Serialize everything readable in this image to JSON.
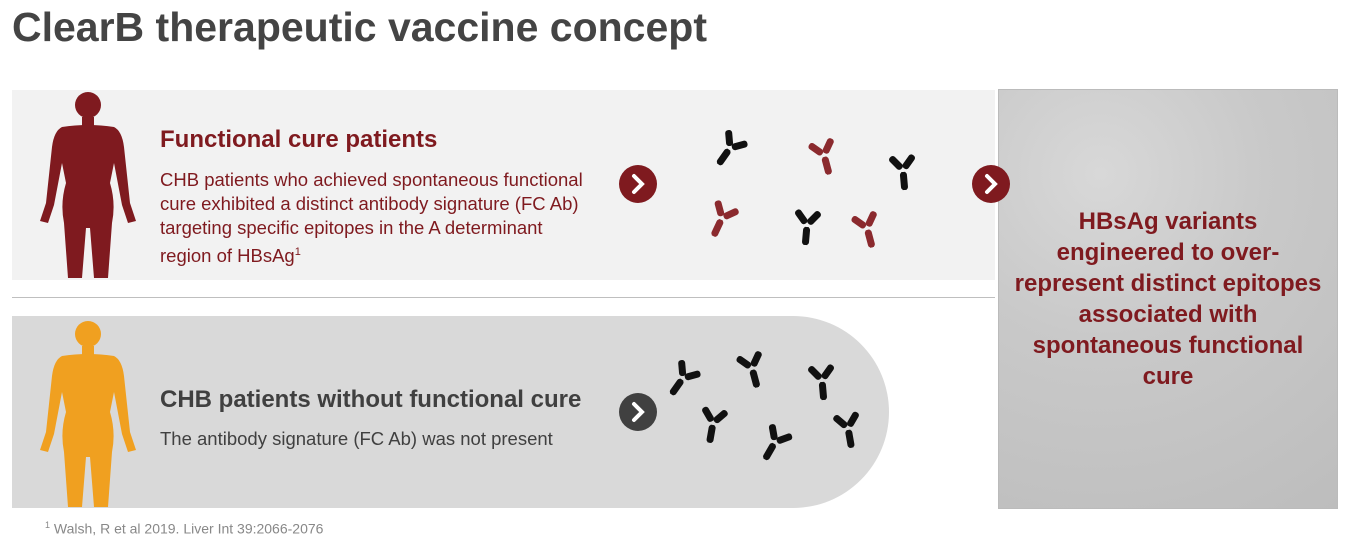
{
  "title": "ClearB therapeutic vaccine concept",
  "top": {
    "heading": "Functional cure patients",
    "body": "CHB patients who achieved spontaneous functional cure exhibited a distinct antibody signature (FC Ab) targeting specific epitopes in the A determinant region of HBsAg",
    "sup": "1"
  },
  "bottom": {
    "heading": "CHB patients without functional cure",
    "body": "The antibody signature (FC Ab) was not present"
  },
  "result": {
    "text": "HBsAg variants engineered to over-represent distinct epitopes associated with spontaneous functional cure"
  },
  "footnote": {
    "sup": "1",
    "text": "Walsh, R et al 2019.  Liver Int 39:2066-2076"
  },
  "colors": {
    "accent": "#7f1a1f",
    "orange": "#f0a020",
    "dark": "#404040"
  }
}
